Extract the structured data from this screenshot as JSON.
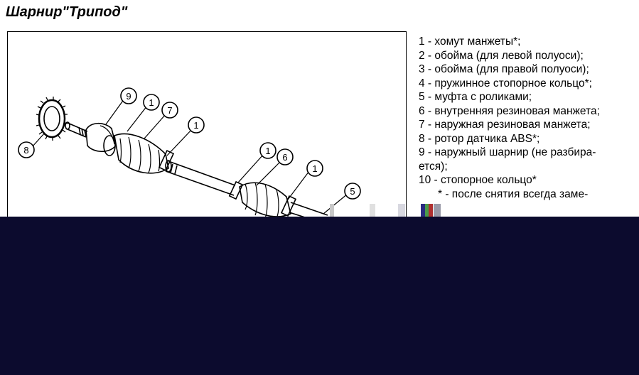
{
  "title": "Шарнир\"Трипод\"",
  "callouts": [
    "9",
    "1",
    "7",
    "1",
    "8",
    "1",
    "6",
    "1",
    "5"
  ],
  "legend": {
    "items": [
      "1 - хомут манжеты*;",
      "2 - обойма (для левой полуоси);",
      "3 - обойма (для правой полуоси);",
      "4 - пружинное стопорное кольцо*;",
      "5 - муфта с роликами;",
      "6 -  внутренняя резиновая манжета;",
      "7 - наружная резиновая манжета;",
      "8 - ротор датчика ABS*;",
      "9 - наружный шарнир (не разбира-",
      "ется);",
      "10 - стопорное кольцо*"
    ],
    "note": "* - после снятия всегда заме-"
  },
  "colors": {
    "background": "#ffffff",
    "ink": "#000000",
    "dark_band": "#0c0b2e"
  }
}
